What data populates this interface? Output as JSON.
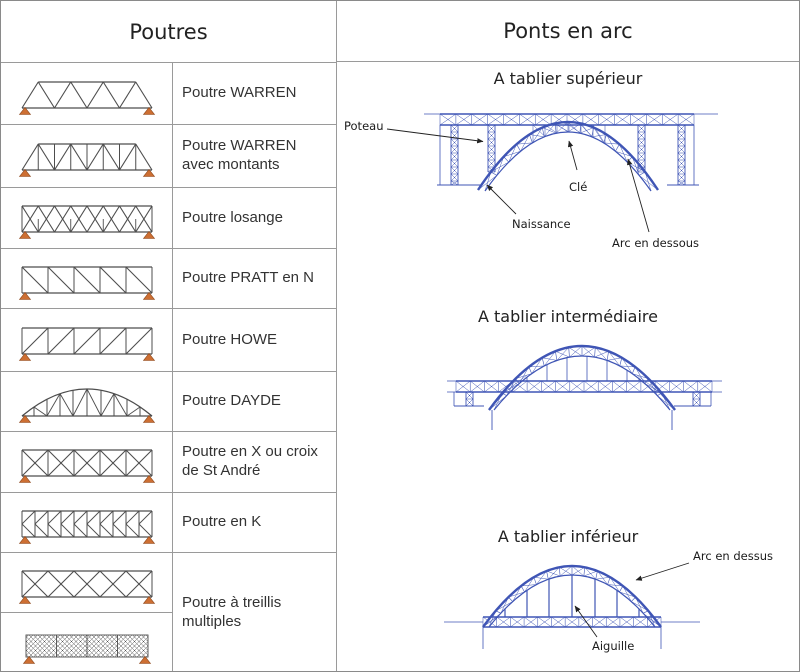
{
  "left_panel": {
    "title": "Poutres",
    "rows": [
      {
        "label": "Poutre WARREN",
        "diagrams": [
          "warren"
        ]
      },
      {
        "label": "Poutre WARREN avec montants",
        "diagrams": [
          "warren_montants"
        ]
      },
      {
        "label": "Poutre losange",
        "diagrams": [
          "losange"
        ]
      },
      {
        "label": "Poutre PRATT en N",
        "diagrams": [
          "pratt"
        ]
      },
      {
        "label": "Poutre HOWE",
        "diagrams": [
          "howe"
        ]
      },
      {
        "label": "Poutre DAYDE",
        "diagrams": [
          "dayde"
        ]
      },
      {
        "label": "Poutre en X ou croix de St André",
        "diagrams": [
          "xcross"
        ]
      },
      {
        "label": "Poutre en K",
        "diagrams": [
          "ktruss"
        ]
      },
      {
        "label": "Poutre à treillis multiples",
        "diagrams": [
          "multi1",
          "multi2"
        ]
      }
    ]
  },
  "right_panel": {
    "title": "Ponts en arc",
    "sections": [
      {
        "title": "A tablier supérieur",
        "annotations": {
          "poteau": "Poteau",
          "cle": "Clé",
          "naissance": "Naissance",
          "arc_dessous": "Arc en dessous"
        }
      },
      {
        "title": "A tablier intermédiaire",
        "annotations": {}
      },
      {
        "title": "A tablier inférieur",
        "annotations": {
          "arc_dessus": "Arc en dessus",
          "aiguille": "Aiguille"
        }
      }
    ]
  },
  "colors": {
    "bridge_blue": "#3f55b5",
    "support_orange": "#cd6f33",
    "truss_gray": "#4d4d4d",
    "grid_gray": "#9a9a9a"
  }
}
